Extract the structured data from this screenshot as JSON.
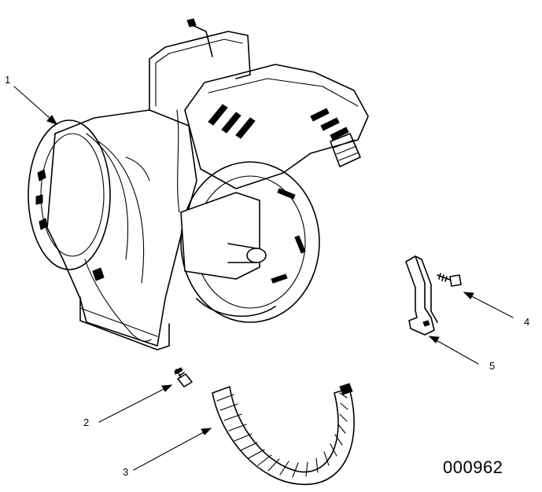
{
  "diagram": {
    "callouts": [
      {
        "id": "1",
        "label": "1",
        "part": "engine-assembly"
      },
      {
        "id": "2",
        "label": "2",
        "part": "screw"
      },
      {
        "id": "3",
        "label": "3",
        "part": "flywheel-guard-band"
      },
      {
        "id": "4",
        "label": "4",
        "part": "bolt"
      },
      {
        "id": "5",
        "label": "5",
        "part": "bracket"
      }
    ],
    "figure_id": "000962"
  },
  "colors": {
    "line": "#000000",
    "background": "#ffffff"
  }
}
